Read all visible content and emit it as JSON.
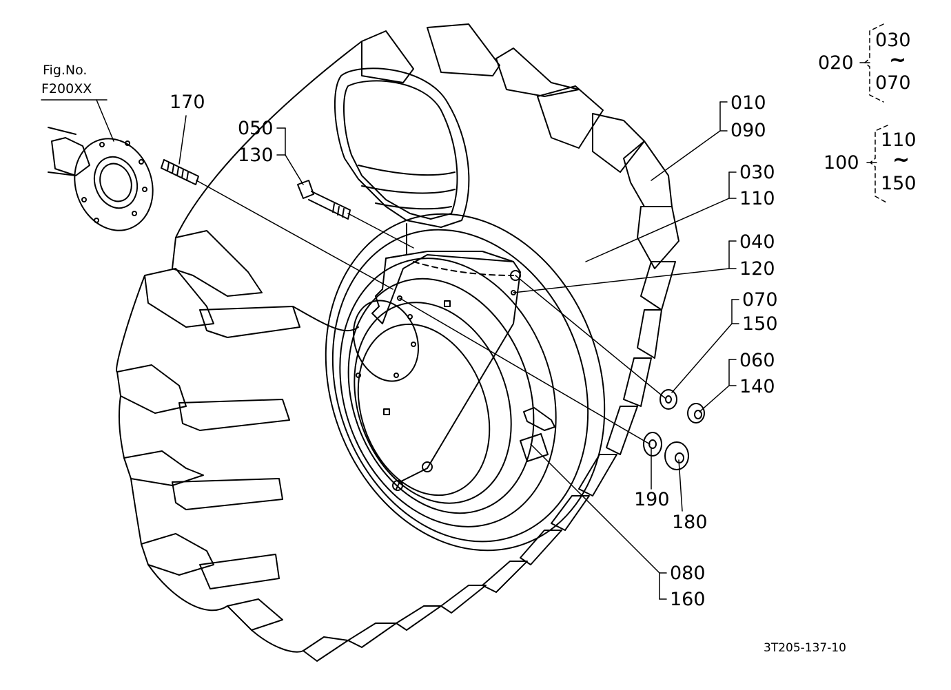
{
  "figure": {
    "fig_title": "Fig.No.",
    "fig_number": "F200XX",
    "drawing_code": "3T205-137-10"
  },
  "callouts": {
    "c170": "170",
    "c050": "050",
    "c130": "130",
    "c010": "010",
    "c090": "090",
    "c030": "030",
    "c110": "110",
    "c040": "040",
    "c120": "120",
    "c070": "070",
    "c150": "150",
    "c060": "060",
    "c140": "140",
    "c190": "190",
    "c180": "180",
    "c080": "080",
    "c160": "160"
  },
  "groups": {
    "g1": {
      "parent": "020",
      "from": "030",
      "sep": "~",
      "to": "070"
    },
    "g2": {
      "parent": "100",
      "from": "110",
      "sep": "~",
      "to": "150"
    }
  }
}
